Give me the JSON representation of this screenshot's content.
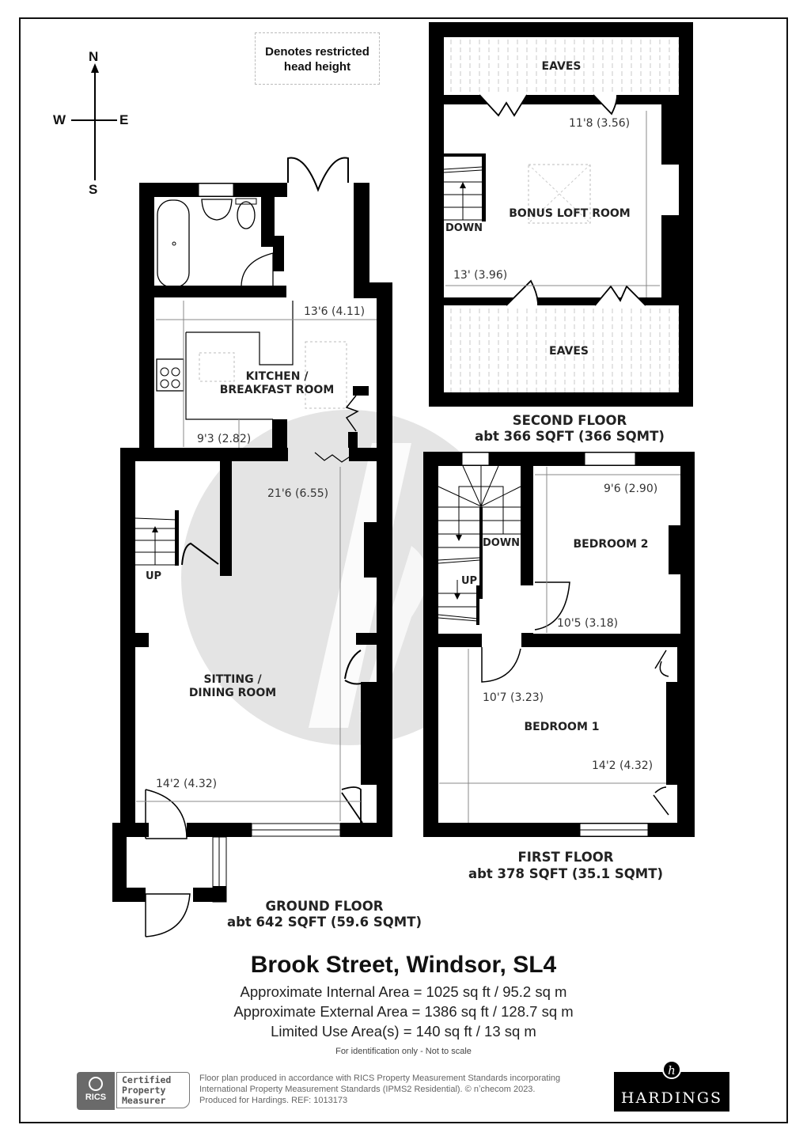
{
  "legend": {
    "text_line1": "Denotes restricted",
    "text_line2": "head height"
  },
  "compass": {
    "north": "N",
    "south": "S",
    "east": "E",
    "west": "W"
  },
  "ground_floor": {
    "label": "GROUND FLOOR",
    "area": "abt 642 SQFT (59.6 SQMT)",
    "rooms": [
      {
        "name_line1": "KITCHEN /",
        "name_line2": "BREAKFAST ROOM",
        "dim_width": "13'6 (4.11)",
        "dim_depth": "9'3 (2.82)"
      },
      {
        "name_line1": "SITTING /",
        "name_line2": "DINING ROOM",
        "dim_depth": "21'6 (6.55)",
        "dim_width": "14'2 (4.32)"
      }
    ],
    "stairs_label": "UP"
  },
  "first_floor": {
    "label": "FIRST FLOOR",
    "area": "abt 378 SQFT (35.1 SQMT)",
    "rooms": [
      {
        "name": "BEDROOM 2",
        "dim_width": "9'6 (2.90)",
        "dim_depth": "10'5 (3.18)"
      },
      {
        "name": "BEDROOM 1",
        "dim_depth": "10'7 (3.23)",
        "dim_width": "14'2 (4.32)"
      }
    ],
    "stairs_down_label": "DOWN",
    "stairs_up_label": "UP"
  },
  "second_floor": {
    "label": "SECOND FLOOR",
    "area": "abt 366 SQFT (366 SQMT)",
    "rooms": [
      {
        "name": "BONUS LOFT ROOM",
        "dim_depth": "11'8 (3.56)",
        "dim_width": "13' (3.96)"
      }
    ],
    "eaves_top": "EAVES",
    "eaves_bottom": "EAVES",
    "stairs_label": "DOWN"
  },
  "summary": {
    "title": "Brook Street, Windsor, SL4",
    "internal_area": "Approximate Internal Area = 1025 sq ft / 95.2 sq m",
    "external_area": "Approximate External Area = 1386 sq ft / 128.7 sq m",
    "limited_use_area": "Limited Use Area(s) = 140 sq ft / 13 sq m",
    "note": "For identification only - Not to scale"
  },
  "footer": {
    "rics_badge": "RICS",
    "rics_cert_line1": "Certified",
    "rics_cert_line2": "Property",
    "rics_cert_line3": "Measurer",
    "disclaimer_line1": "Floor plan produced in accordance with RICS Property Measurement Standards incorporating",
    "disclaimer_line2": "International Property Measurement Standards (IPMS2 Residential).   © nʼchecom 2023.",
    "disclaimer_line3": "Produced for Hardings.   REF:  1013173",
    "brand": "HARDINGS",
    "brand_mark": "h"
  },
  "colors": {
    "wall": "#000000",
    "watermark": "#e3e3e3",
    "dimension_line": "#888888",
    "hatch": "#cfcfcf"
  }
}
